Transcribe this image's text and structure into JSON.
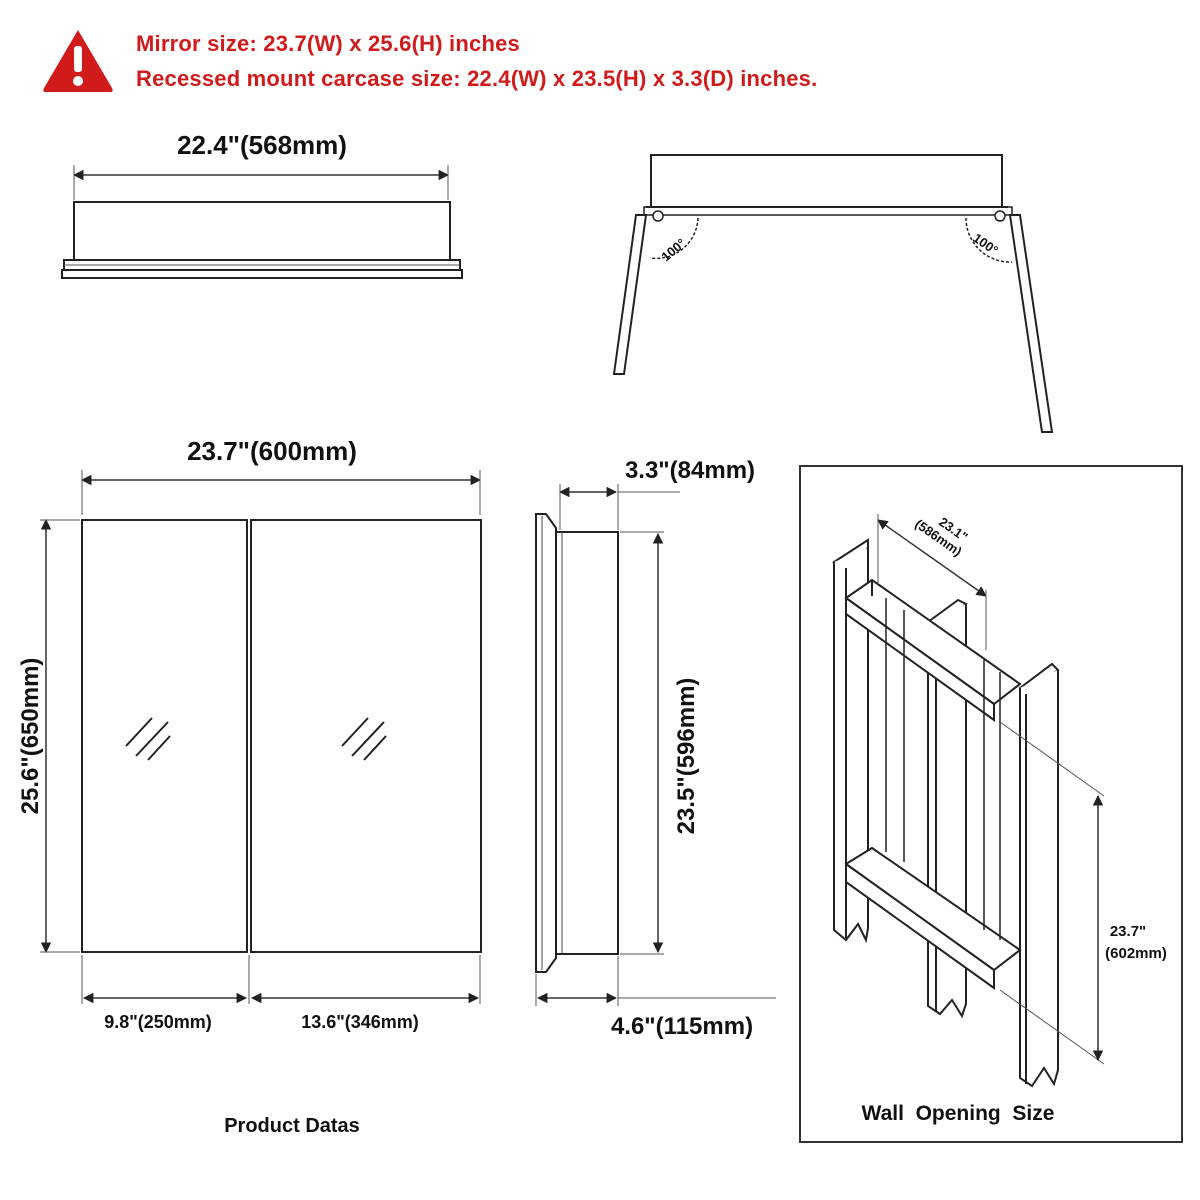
{
  "warning": {
    "icon": "warning-triangle-icon",
    "color": "#d11a1a",
    "line1": "Mirror size: 23.7(W) x 25.6(H) inches",
    "line2": "Recessed mount carcase size: 22.4(W) x 23.5(H) x 3.3(D) inches."
  },
  "top_view": {
    "width_label": "22.4\"(568mm)"
  },
  "open_view": {
    "left_angle": "100°",
    "right_angle": "100°"
  },
  "front_view": {
    "width_label": "23.7\"(600mm)",
    "height_label": "25.6\"(650mm)",
    "left_door_label": "9.8\"(250mm)",
    "right_door_label": "13.6\"(346mm)",
    "caption": "Product Datas"
  },
  "side_view": {
    "depth_label": "3.3\"(84mm)",
    "height_label": "23.5\"(596mm)",
    "total_depth_label": "4.6\"(115mm)"
  },
  "wall_opening": {
    "width_label_in": "23.1\"",
    "width_label_mm": "(586mm)",
    "height_label_in": "23.7\"",
    "height_label_mm": "(602mm)",
    "caption": "Wall  Opening  Size"
  }
}
